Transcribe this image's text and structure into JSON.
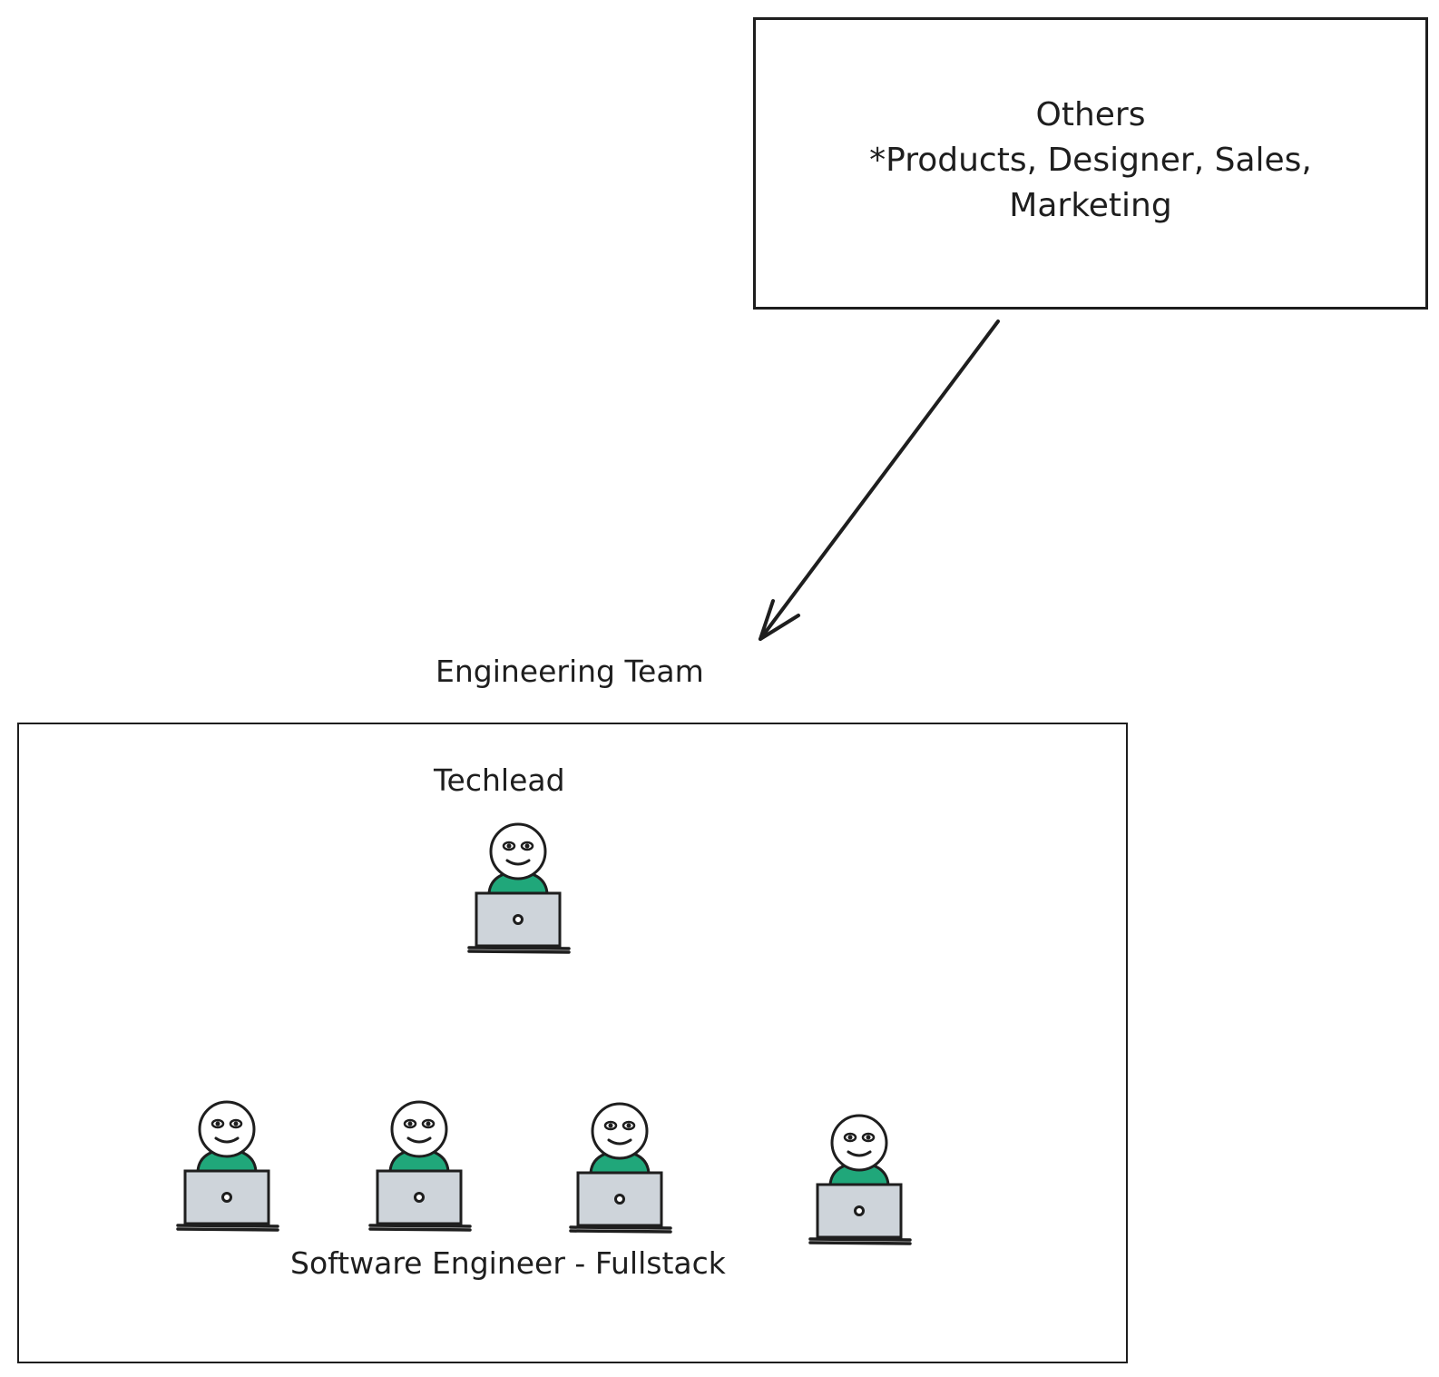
{
  "others": {
    "title": "Others",
    "line2": "*Products, Designer, Sales,",
    "line3": "Marketing"
  },
  "engineering_team": {
    "label": "Engineering Team",
    "techlead_label": "Techlead",
    "member_label": "Software Engineer - Fullstack"
  },
  "colors": {
    "stroke": "#1e1e1e",
    "shirt": "#20a77a",
    "laptop": "#ced4da"
  },
  "icons": [
    "techlead-person-icon",
    "engineer-person-icon"
  ]
}
